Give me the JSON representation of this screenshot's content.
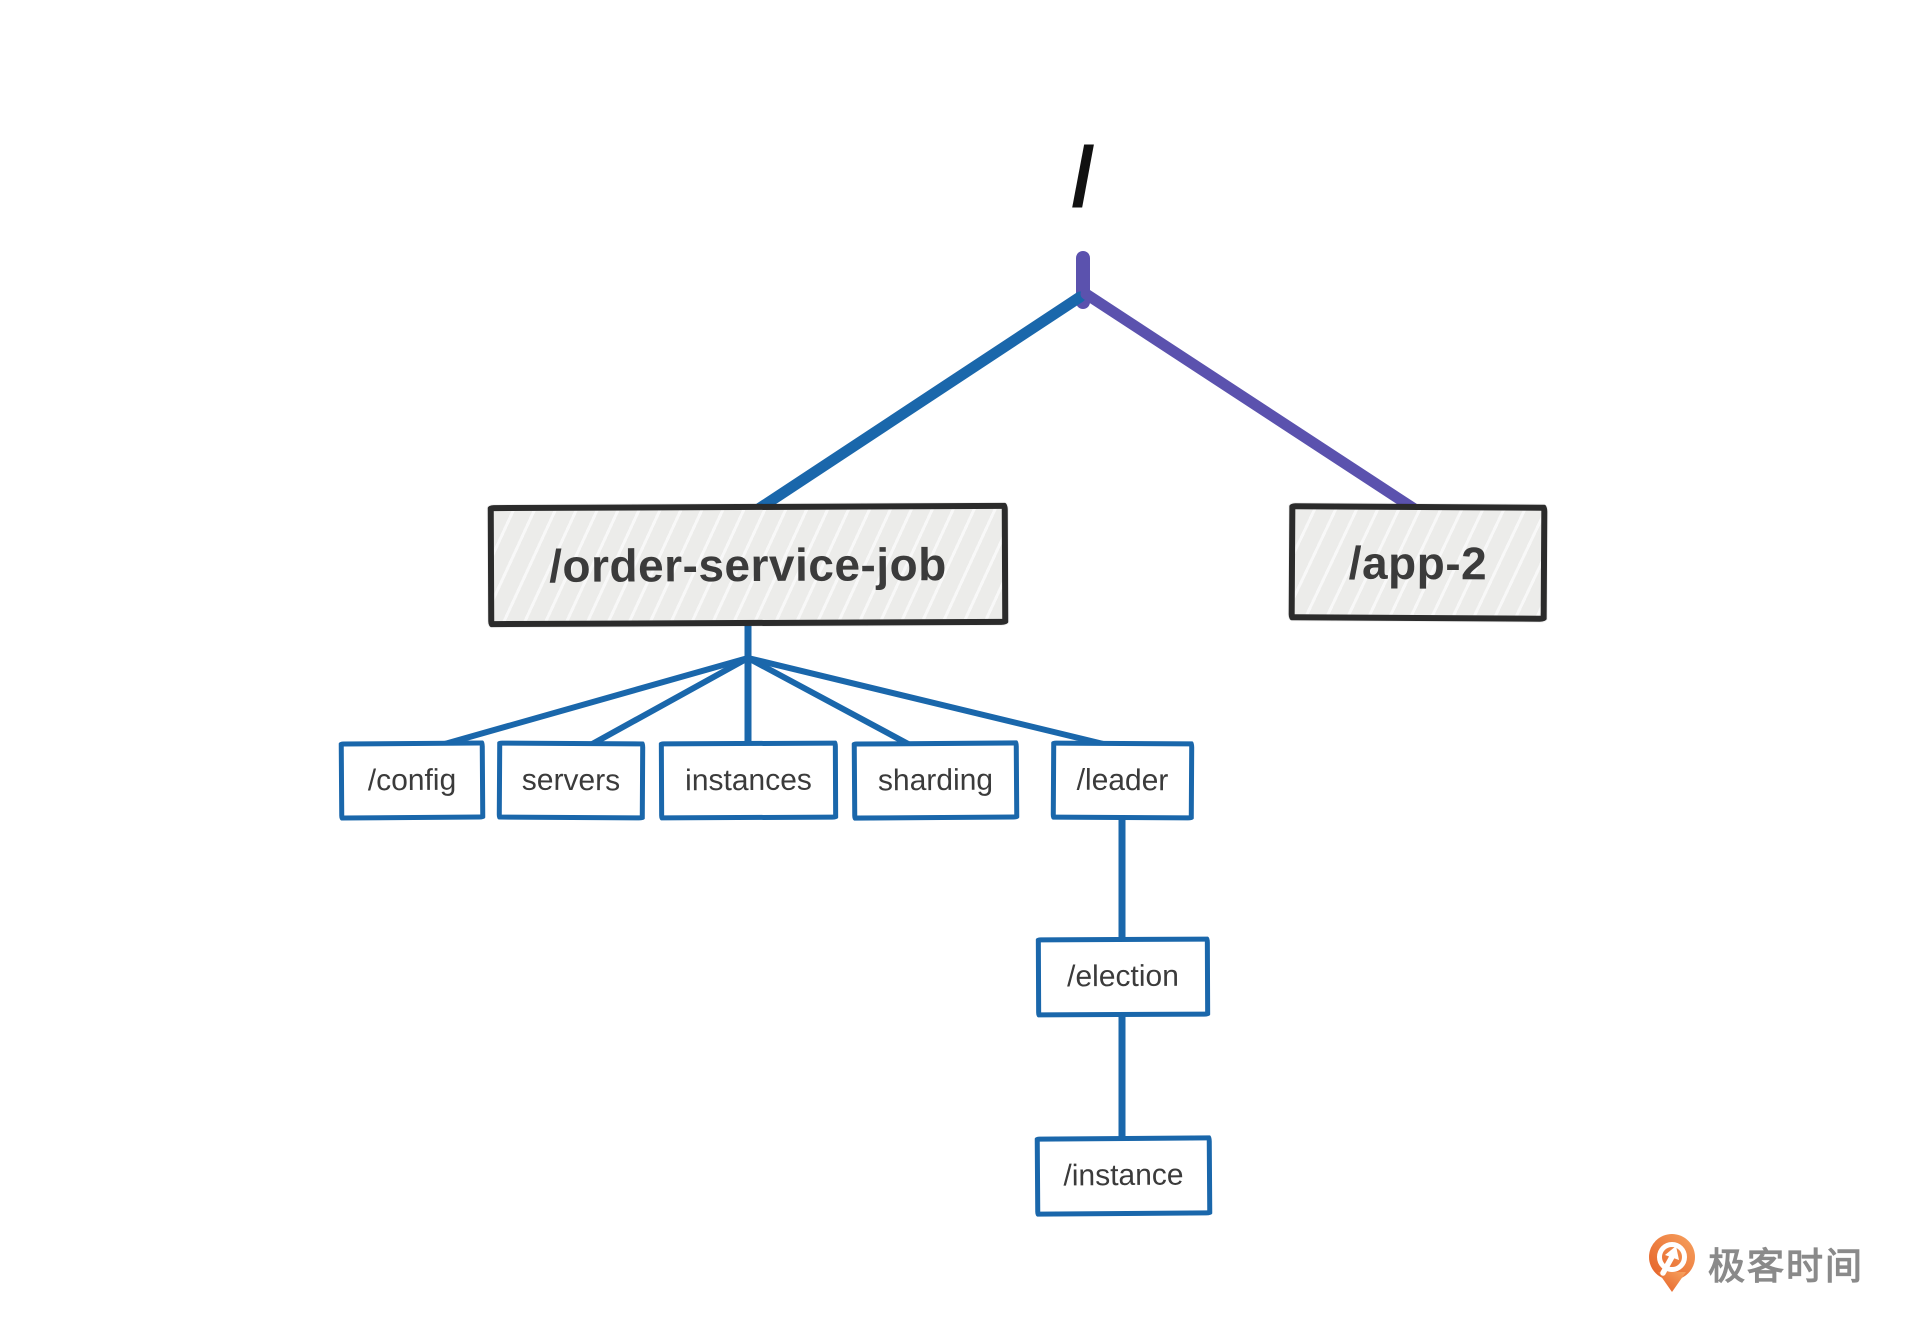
{
  "nodes": {
    "root": {
      "label": "/"
    },
    "order_service_job": {
      "label": "/order-service-job"
    },
    "app_2": {
      "label": "/app-2"
    },
    "config": {
      "label": "/config"
    },
    "servers": {
      "label": "servers"
    },
    "instances": {
      "label": "instances"
    },
    "sharding": {
      "label": "sharding"
    },
    "leader": {
      "label": "/leader"
    },
    "election": {
      "label": "/election"
    },
    "instance": {
      "label": "/instance"
    }
  },
  "edges": [
    {
      "from": "/",
      "to": "/order-service-job",
      "color_key": "blue"
    },
    {
      "from": "/",
      "to": "/app-2",
      "color_key": "purple"
    },
    {
      "from": "/order-service-job",
      "to": "/config",
      "color_key": "blue"
    },
    {
      "from": "/order-service-job",
      "to": "servers",
      "color_key": "blue"
    },
    {
      "from": "/order-service-job",
      "to": "instances",
      "color_key": "blue"
    },
    {
      "from": "/order-service-job",
      "to": "sharding",
      "color_key": "blue"
    },
    {
      "from": "/order-service-job",
      "to": "/leader",
      "color_key": "blue"
    },
    {
      "from": "/leader",
      "to": "/election",
      "color_key": "blue"
    },
    {
      "from": "/election",
      "to": "/instance",
      "color_key": "blue"
    }
  ],
  "colors": {
    "blue": "#1a67ab",
    "purple": "#5b52ae",
    "dark_border": "#2b2b2b",
    "gray_fill": "#ececea",
    "node_text": "#3b3b3b",
    "brand_orange_dark": "#e45f26",
    "brand_orange_light": "#f7a25f",
    "brand_text": "#8a8a8a"
  },
  "watermark": {
    "brand": "极客时间"
  }
}
